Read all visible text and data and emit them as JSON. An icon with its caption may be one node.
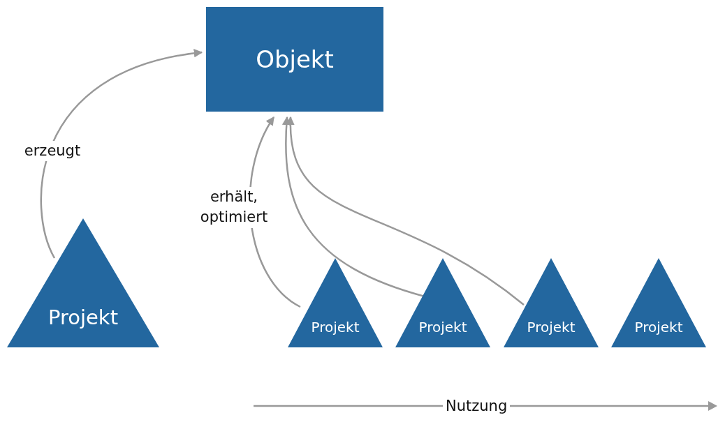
{
  "diagram": {
    "nodes": [
      {
        "text": [
          "Objekt"
        ]
      },
      {
        "text": [
          "Projekt"
        ]
      },
      {
        "text": [
          "Projekt"
        ]
      },
      {
        "text": [
          "Projekt"
        ]
      },
      {
        "text": [
          "Projekt"
        ]
      },
      {
        "text": [
          "Projekt"
        ]
      }
    ],
    "edges": [
      {
        "from": 1,
        "to": 0,
        "arrow": "to",
        "label": "erzeugt"
      },
      {
        "from": 2,
        "to": 0,
        "arrow": "to",
        "label": "erhält, optimiert"
      },
      {
        "from": 3,
        "to": 0,
        "arrow": "to"
      },
      {
        "from": 4,
        "to": 0,
        "arrow": "to"
      }
    ],
    "labels": [
      "Nutzung"
    ]
  }
}
